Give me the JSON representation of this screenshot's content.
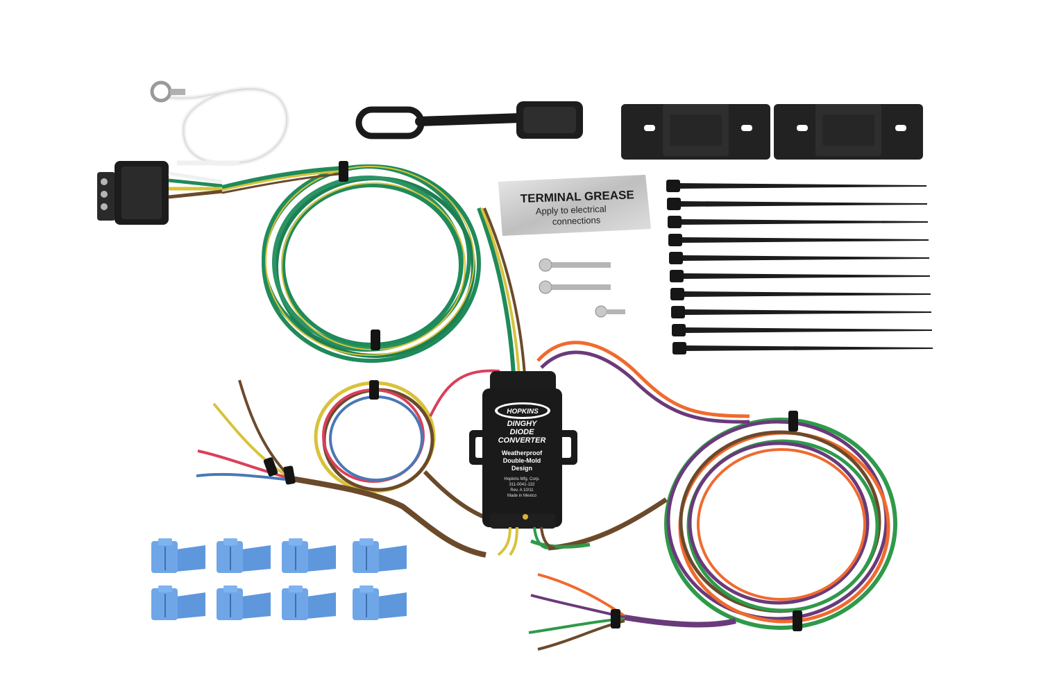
{
  "grease_packet": {
    "title": "TERMINAL GREASE",
    "line1": "Apply to electrical",
    "line2": "connections"
  },
  "converter": {
    "brand": "HOPKINS",
    "name_line1": "DINGHY",
    "name_line2": "DIODE",
    "name_line3": "CONVERTER",
    "feature_line1": "Weatherproof",
    "feature_line2": "Double-Mold",
    "feature_line3": "Design",
    "info_line1": "Hopkins Mfg. Corp.",
    "info_line2": "311-0041-132",
    "info_line3": "Rev. A 10/11",
    "info_line4": "Made in Mexico"
  },
  "colors": {
    "wire_green": "#1f8a5a",
    "wire_yellow": "#d8c23a",
    "wire_brown": "#6b4a2b",
    "wire_orange": "#f06a2e",
    "wire_purple": "#6a3a7a",
    "wire_red": "#d9405a",
    "wire_blue": "#4a78b5",
    "connector_blue": "#6fa6e8",
    "plastic_black": "#1a1a1a",
    "background": "#ffffff"
  },
  "components": [
    "4-pole-flat-connector",
    "ground-wire-with-ring-terminal",
    "dust-cover",
    "mounting-brackets",
    "terminal-grease-packet",
    "zip-ties",
    "self-tapping-screws",
    "diode-converter-module",
    "wire-harness-coils",
    "quick-splice-connectors"
  ]
}
